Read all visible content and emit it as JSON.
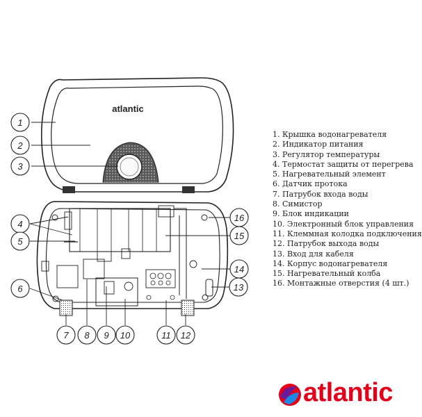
{
  "device_logo_text": "atlantic",
  "callouts": [
    {
      "id": "1",
      "label": "1"
    },
    {
      "id": "2",
      "label": "2"
    },
    {
      "id": "3",
      "label": "3"
    },
    {
      "id": "4",
      "label": "4"
    },
    {
      "id": "5",
      "label": "5"
    },
    {
      "id": "6",
      "label": "6"
    },
    {
      "id": "7",
      "label": "7"
    },
    {
      "id": "8",
      "label": "8"
    },
    {
      "id": "9",
      "label": "9"
    },
    {
      "id": "10",
      "label": "10"
    },
    {
      "id": "11",
      "label": "11"
    },
    {
      "id": "12",
      "label": "12"
    },
    {
      "id": "13",
      "label": "13"
    },
    {
      "id": "14",
      "label": "14"
    },
    {
      "id": "15",
      "label": "15"
    },
    {
      "id": "16",
      "label": "16"
    }
  ],
  "legend": [
    "1. Крышка водонагревателя",
    "2. Индикатор питания",
    "3. Регулятор температуры",
    "4. Термостат защиты от перегрева",
    "5. Нагревательный элемент",
    "6. Датчик протока",
    "7. Патрубок входа воды",
    "8. Симистор",
    "9. Блок индикации",
    "10. Электронный блок управления",
    "11. Клеммная колодка подключения",
    "12. Патрубок выхода воды",
    "13. Вход для кабеля",
    "14. Корпус водонагревателя",
    "15. Нагревательный колба",
    "16. Монтажные отверстия (4 шт.)"
  ],
  "brand": {
    "name": "atlantic",
    "text_color": "#e2001a",
    "mark_colors": [
      "#e2001a",
      "#6a1b9a",
      "#1e88e5"
    ]
  }
}
